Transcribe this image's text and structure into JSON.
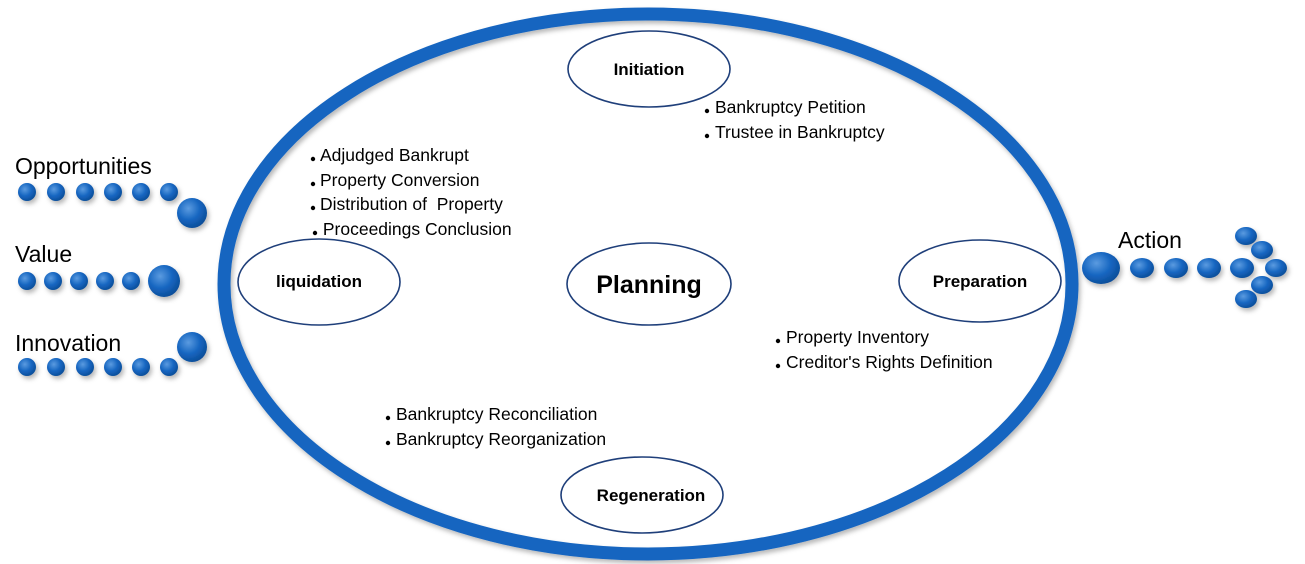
{
  "colors": {
    "ring": "#1565c0",
    "dot": "#1565c0",
    "dot_highlight": "#5b9be0",
    "node_border": "#1f3f7a",
    "node_fill": "#ffffff",
    "text": "#000000"
  },
  "inputs": [
    {
      "label": "Opportunities",
      "small_dots": 6,
      "has_big_dot": true
    },
    {
      "label": "Value",
      "small_dots": 5,
      "has_big_dot": true
    },
    {
      "label": "Innovation",
      "small_dots": 6,
      "has_big_dot": true
    }
  ],
  "center": {
    "label": "Planning"
  },
  "stages": {
    "initiation": {
      "label": "Initiation",
      "bullets": [
        "Bankruptcy Petition",
        "Trustee in Bankruptcy"
      ]
    },
    "preparation": {
      "label": "Preparation",
      "bullets": [
        "Property Inventory",
        "Creditor's Rights Definition"
      ]
    },
    "regeneration": {
      "label": "Regeneration",
      "bullets": [
        "Bankruptcy Reconciliation",
        "Bankruptcy Reorganization"
      ]
    },
    "liquidation": {
      "label": "liquidation",
      "bullets": [
        "Adjudged Bankrupt",
        "Property Conversion",
        "Distribution of  Property",
        " Proceedings Conclusion"
      ]
    }
  },
  "output": {
    "label": "Action"
  }
}
